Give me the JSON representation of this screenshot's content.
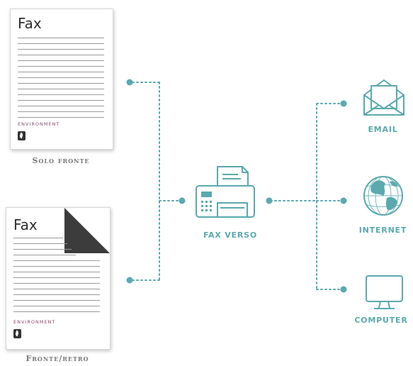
{
  "documents": [
    {
      "title": "Fax",
      "footer": "ENVIRONMENT",
      "caption": "Solo fronte"
    },
    {
      "title": "Fax",
      "footer": "ENVIRONMENT",
      "caption": "Fronte/retro"
    }
  ],
  "hub": {
    "label": "FAX VERSO",
    "icon": "fax-machine-icon"
  },
  "destinations": [
    {
      "label": "EMAIL",
      "icon": "email-envelope-icon"
    },
    {
      "label": "INTERNET",
      "icon": "globe-icon"
    },
    {
      "label": "COMPUTER",
      "icon": "monitor-icon"
    }
  ],
  "colors": {
    "accent": "#5aa9ae",
    "caption": "#777777",
    "fold": "#3c3c3c"
  }
}
